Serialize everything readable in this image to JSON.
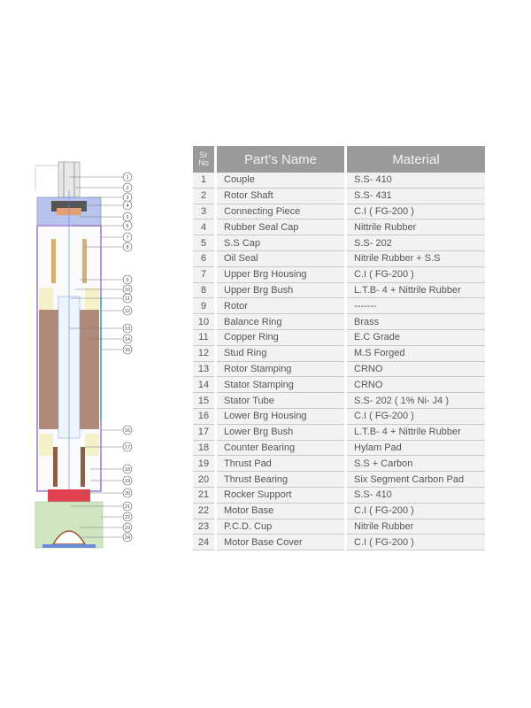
{
  "table": {
    "headers": {
      "sr": "Sr No",
      "sr_line1": "Sr",
      "sr_line2": "No",
      "name": "Part's Name",
      "material": "Material"
    },
    "rows": [
      {
        "sr": "1",
        "name": "Couple",
        "material": "S.S- 410"
      },
      {
        "sr": "2",
        "name": "Rotor Shaft",
        "material": "S.S- 431"
      },
      {
        "sr": "3",
        "name": "Connecting Piece",
        "material": "C.I ( FG-200 )"
      },
      {
        "sr": "4",
        "name": "Rubber Seal Cap",
        "material": "Nittrile Rubber"
      },
      {
        "sr": "5",
        "name": "S.S Cap",
        "material": "S.S- 202"
      },
      {
        "sr": "6",
        "name": "Oil Seal",
        "material": "Nitrile Rubber  + S.S"
      },
      {
        "sr": "7",
        "name": "Upper Brg Housing",
        "material": "C.I ( FG-200 )"
      },
      {
        "sr": "8",
        "name": "Upper Brg Bush",
        "material": "L.T.B- 4 + Nittrile Rubber"
      },
      {
        "sr": "9",
        "name": "Rotor",
        "material": "-------"
      },
      {
        "sr": "10",
        "name": "Balance Ring",
        "material": "Brass"
      },
      {
        "sr": "11",
        "name": "Copper Ring",
        "material": "E.C Grade"
      },
      {
        "sr": "12",
        "name": "Stud Ring",
        "material": "M.S Forged"
      },
      {
        "sr": "13",
        "name": "Rotor Stamping",
        "material": "CRNO"
      },
      {
        "sr": "14",
        "name": "Stator Stamping",
        "material": "CRNO"
      },
      {
        "sr": "15",
        "name": "Stator Tube",
        "material": "S.S- 202 ( 1% Ni- J4 )"
      },
      {
        "sr": "16",
        "name": "Lower Brg Housing",
        "material": "C.I ( FG-200 )"
      },
      {
        "sr": "17",
        "name": "Lower Brg Bush",
        "material": "L.T.B- 4 + Nittrile Rubber"
      },
      {
        "sr": "18",
        "name": "Counter Bearing",
        "material": "Hylam Pad"
      },
      {
        "sr": "19",
        "name": "Thrust Pad",
        "material": "S.S + Carbon"
      },
      {
        "sr": "20",
        "name": "Thrust Bearing",
        "material": "Six Segment  Carbon Pad"
      },
      {
        "sr": "21",
        "name": "Rocker Support",
        "material": "S.S- 410"
      },
      {
        "sr": "22",
        "name": "Motor Base",
        "material": "C.I ( FG-200 )"
      },
      {
        "sr": "23",
        "name": "P.C.D. Cup",
        "material": "Nitrile Rubber"
      },
      {
        "sr": "24",
        "name": "Motor Base Cover",
        "material": "C.I ( FG-200 )"
      }
    ]
  },
  "colors": {
    "header_bg": "#9a9a9a",
    "row_bg": "#f2f2f2",
    "stator": "#b08a78",
    "thrust": "#e04050",
    "base": "#cfe6c0",
    "housing": "#b8c4ee",
    "tube": "#c9b8e0"
  }
}
